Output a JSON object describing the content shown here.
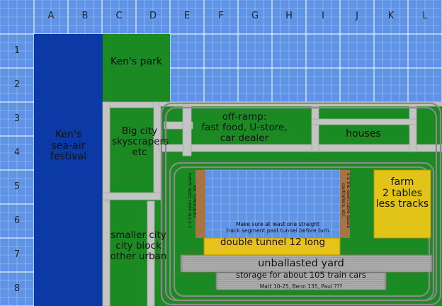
{
  "columns": [
    "A",
    "B",
    "C",
    "D",
    "E",
    "F",
    "G",
    "H",
    "I",
    "J",
    "K",
    "L"
  ],
  "rows": [
    "1",
    "2",
    "3",
    "4",
    "5",
    "6",
    "7",
    "8"
  ],
  "colors": {
    "grid_bg": "#5f93e6",
    "grid_line": "#c8dcfa",
    "water": "#0b3aa6",
    "grass": "#1c8a22",
    "road": "#c4c4c4",
    "track": "#8a8a8a",
    "farm": "#e2c419",
    "tunnel_portal": "#a77545",
    "tunnel": "#e6c21a"
  },
  "labels": {
    "sea_air": "Ken's\nsea-air\nfestival",
    "park": "Ken's park",
    "big_city": "Big city\nskyscrapers\netc",
    "offramp": "off-ramp:\nfast food, U-store,\ncar dealer",
    "houses": "houses",
    "farm": "farm\n2 tables\nless tracks",
    "smaller_city": "smaller city\ncity block\nother urban",
    "tunnel_note": "Make sure at least one straight\ntrack segment past tunnel before turn",
    "double_tunnel": "double tunnel 12 long",
    "yard": "unballasted yard",
    "storage": "storage for about 105 train cars",
    "owners": "Matt 10-25, Benn 135, Paul ???",
    "portal_left": "1-2 tile open table space\ncontrollers, etc.",
    "portal_right": "1-2 tile open table space\ncontrollers, etc."
  }
}
